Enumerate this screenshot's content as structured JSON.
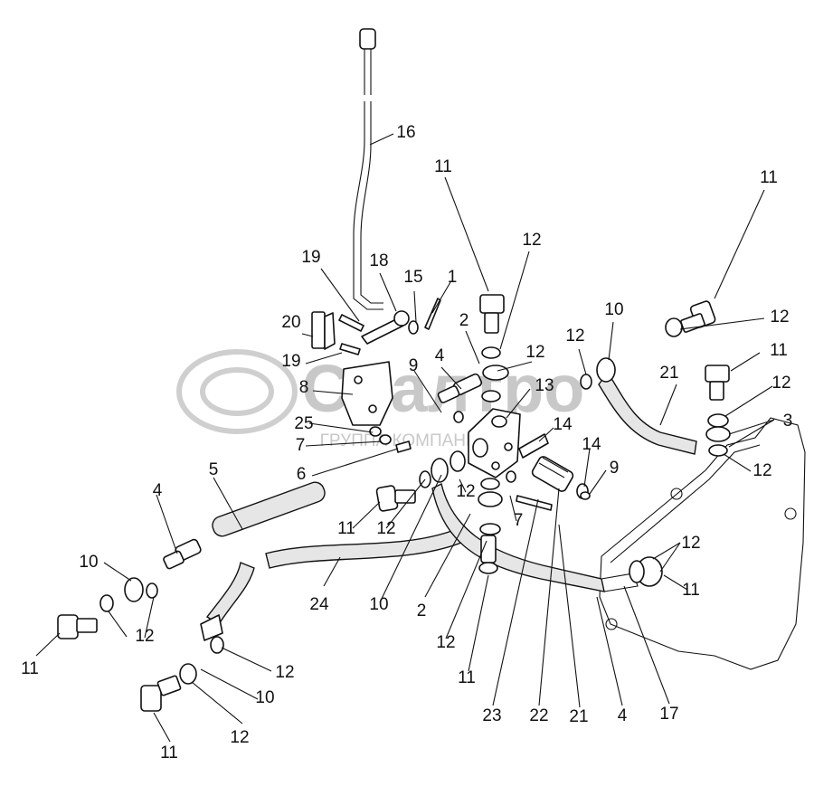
{
  "watermark": {
    "brand": "Сбалтро",
    "subtitle": "ГРУППА КОМПАНИЙ"
  },
  "callouts": [
    "16",
    "11",
    "12",
    "11",
    "12",
    "19",
    "18",
    "15",
    "1",
    "20",
    "2",
    "10",
    "12",
    "4",
    "12",
    "11",
    "19",
    "9",
    "21",
    "12",
    "8",
    "13",
    "3",
    "25",
    "14",
    "7",
    "14",
    "12",
    "6",
    "9",
    "5",
    "4",
    "12",
    "11",
    "12",
    "7",
    "10",
    "24",
    "10",
    "2",
    "12",
    "12",
    "11",
    "12",
    "11",
    "12",
    "10",
    "11",
    "12",
    "11",
    "23",
    "22",
    "21",
    "4",
    "17"
  ],
  "icons": {
    "watermark_logo": "ring-logo-icon"
  }
}
